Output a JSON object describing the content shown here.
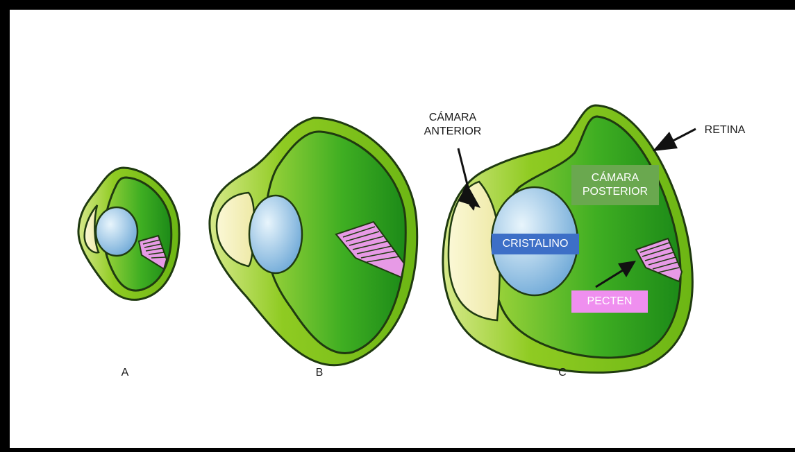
{
  "labels": {
    "camara_anterior_line1": "CÁMARA",
    "camara_anterior_line2": "ANTERIOR",
    "retina": "RETINA",
    "camara_posterior_line1": "CÁMARA",
    "camara_posterior_line2": "POSTERIOR",
    "cristalino": "CRISTALINO",
    "pecten": "PECTEN"
  },
  "panels": {
    "a": "A",
    "b": "B",
    "c": "C"
  },
  "colors": {
    "outer_green": "#7fc21a",
    "inner_green": "#2e9a1c",
    "outline": "#1f3a10",
    "lens_light": "#dff0fb",
    "lens_dark": "#6aa6d6",
    "anterior_chamber": "#f8f4c4",
    "pecten": "#e79ae6",
    "tag_posterior": "#6aa84f",
    "tag_cristalino": "#3d6fc7",
    "tag_pecten": "#ef8fef"
  },
  "icons": [
    "arrow-icon"
  ]
}
